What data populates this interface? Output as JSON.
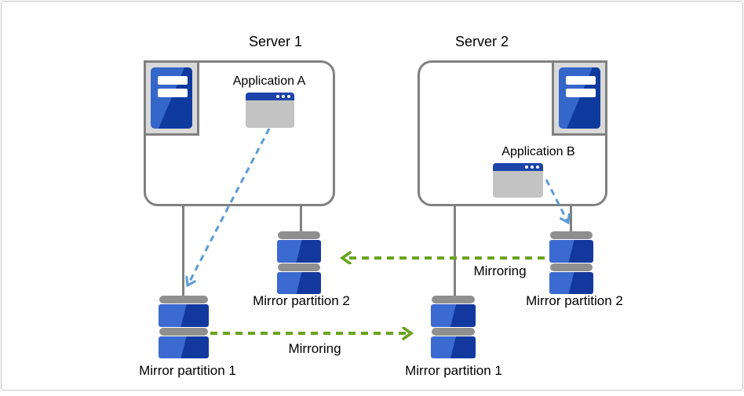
{
  "diagram_title": "",
  "servers": [
    {
      "label": "Server 1",
      "application_label": "Application A"
    },
    {
      "label": "Server 2",
      "application_label": "Application B"
    }
  ],
  "partition_labels": {
    "server1_mirror1": "Mirror partition 1",
    "server1_mirror2": "Mirror partition 2",
    "server2_mirror1": "Mirror partition 1",
    "server2_mirror2": "Mirror partition 2"
  },
  "mirroring": {
    "top_label": "Mirroring",
    "bottom_label": "Mirroring"
  },
  "colors": {
    "canvas_border": "#c9c9c9",
    "server_box_border": "#808080",
    "server_icon_frame_bg": "#d9d9d9",
    "tower_blue_light": "#3566c9",
    "tower_blue_dark": "#0e3a9e",
    "window_titlebar_blue": "#1d44aa",
    "window_body_gray": "#c3c3c3",
    "disk_cap_gray": "#8f8f8f",
    "disk_blue_light": "#3b6ad0",
    "disk_blue_dark": "#13399f",
    "connector_gray": "#808080",
    "app_arrow_blue": "#5b9bd5",
    "mirroring_arrow_green": "#6aa21e"
  }
}
